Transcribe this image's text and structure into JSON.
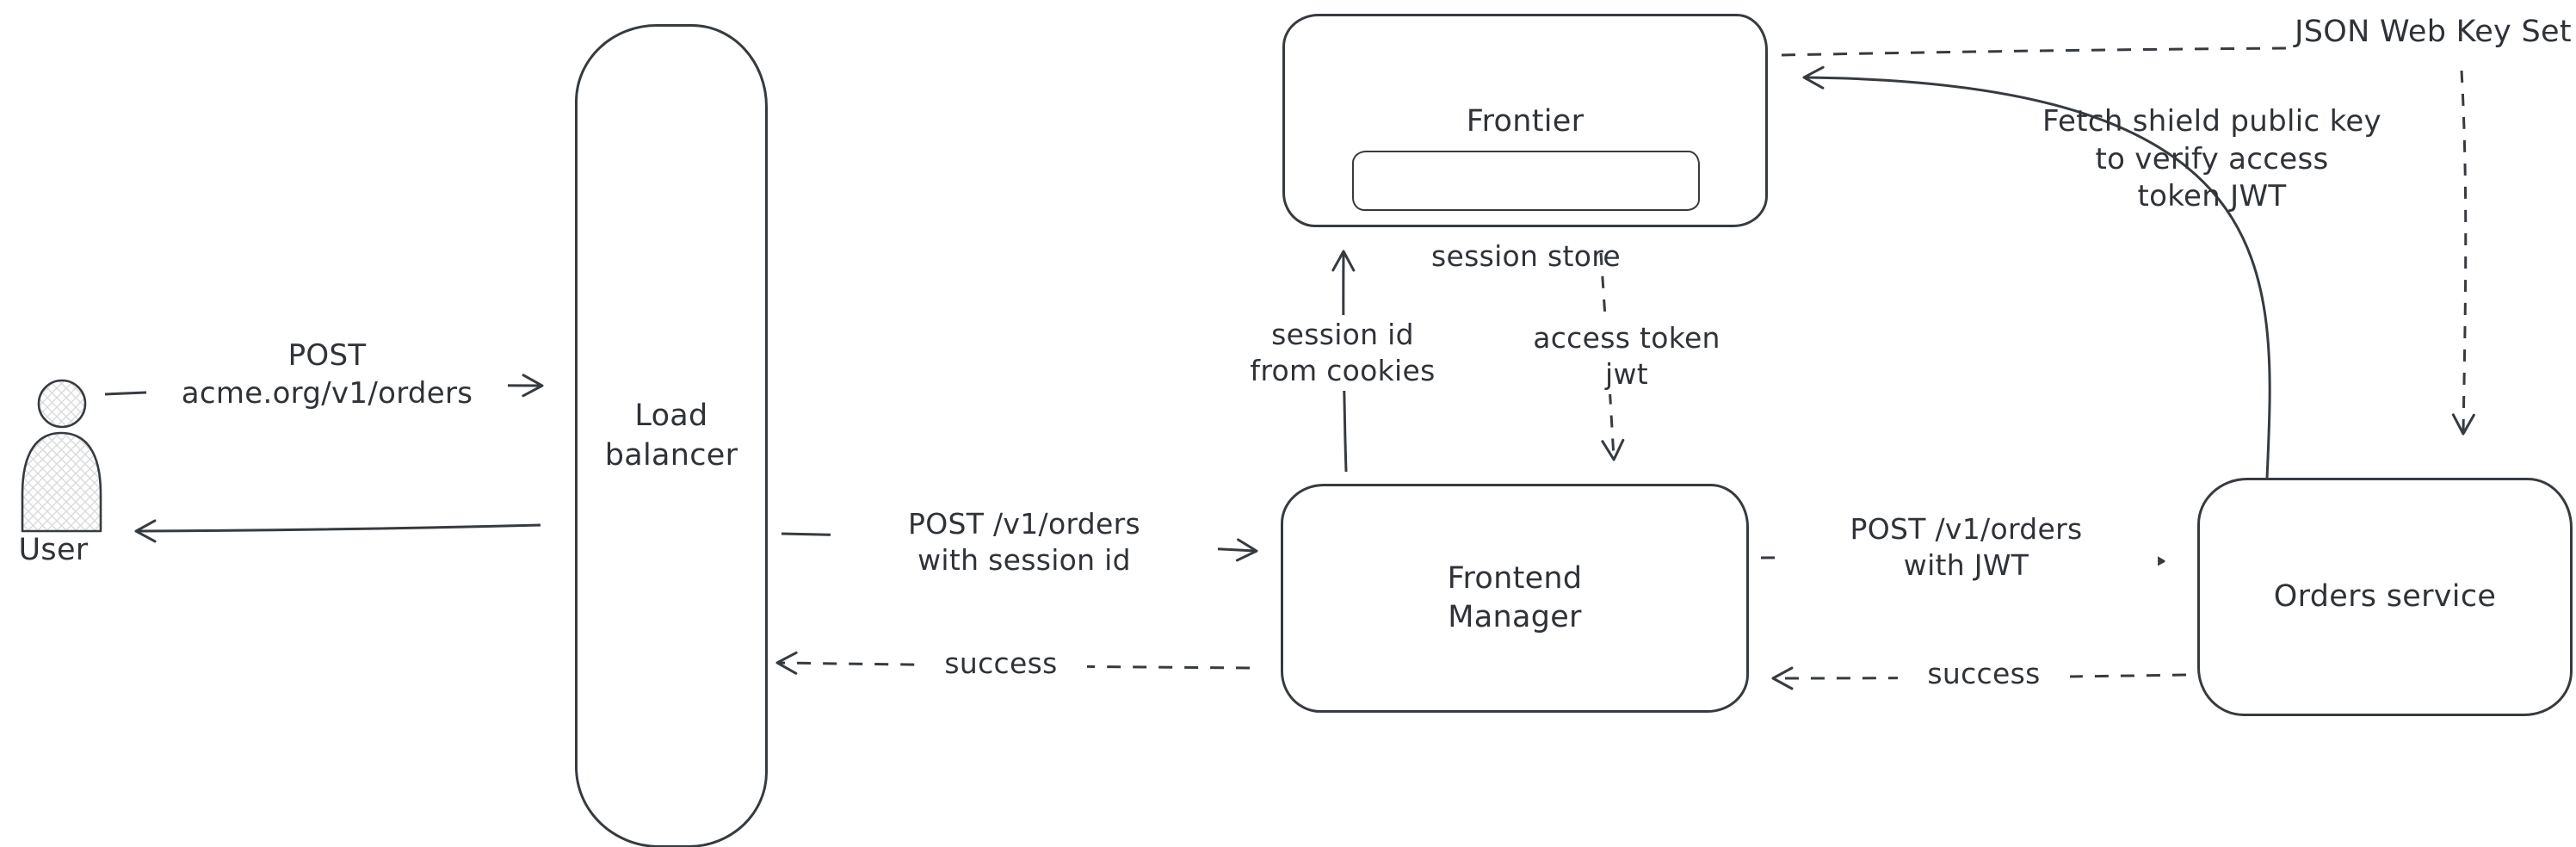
{
  "colors": {
    "stroke": "#363b40",
    "text": "#2f3338",
    "background": "#ffffff",
    "hatch_fill": "#d9dadb"
  },
  "nodes": {
    "user": "User",
    "load_balancer": "Load\nbalancer",
    "frontier": "Frontier",
    "session_store": "session store",
    "frontend_manager": "Frontend\nManager",
    "orders_service": "Orders service",
    "jwks": "JSON Web Key Set"
  },
  "edges": {
    "user_to_lb": "POST\nacme.org/v1/orders",
    "lb_to_fm": "POST /v1/orders\nwith session id",
    "fm_to_lb": "success",
    "fm_to_frontier": "session id\nfrom cookies",
    "frontier_to_fm": "access token\njwt",
    "fm_to_orders": "POST /v1/orders\nwith JWT",
    "orders_to_fm": "success",
    "orders_to_frontier": "Fetch shield public key\nto verify access\ntoken JWT"
  }
}
